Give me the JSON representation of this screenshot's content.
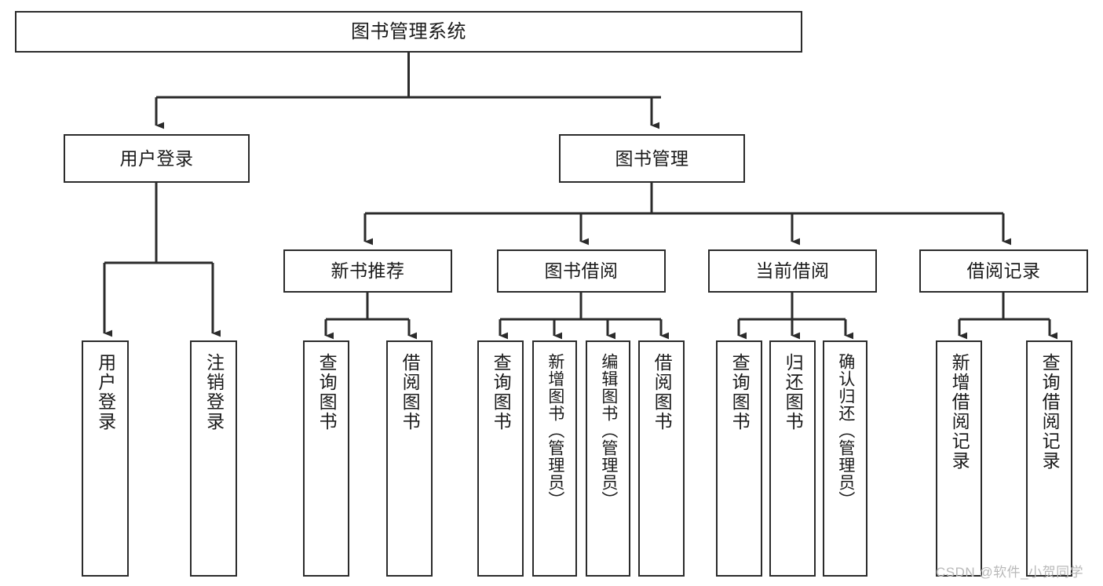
{
  "diagram": {
    "type": "tree-hierarchy-flowchart",
    "title": "图书管理系统",
    "orientation": "top-down",
    "style": {
      "box_border_color": "#2b2b2b",
      "box_fill_color": "#ffffff",
      "connector_color": "#2b2b2b",
      "background_color": "#ffffff",
      "text_color": "#1a1a1a"
    },
    "nodes": {
      "root": {
        "label": "图书管理系统",
        "level": 0,
        "text_direction": "horizontal"
      },
      "level1": [
        {
          "id": "user-login",
          "label": "用户登录",
          "text_direction": "horizontal"
        },
        {
          "id": "book-management",
          "label": "图书管理",
          "text_direction": "horizontal"
        }
      ],
      "level2": [
        {
          "id": "new-book-recommend",
          "label": "新书推荐",
          "parent": "book-management",
          "text_direction": "horizontal"
        },
        {
          "id": "book-borrow",
          "label": "图书借阅",
          "parent": "book-management",
          "text_direction": "horizontal"
        },
        {
          "id": "current-borrow",
          "label": "当前借阅",
          "parent": "book-management",
          "text_direction": "horizontal"
        },
        {
          "id": "borrow-record",
          "label": "借阅记录",
          "parent": "book-management",
          "text_direction": "horizontal"
        }
      ],
      "leaves": [
        {
          "id": "leaf-user-login",
          "label": "用户登录",
          "parent": "user-login",
          "text_direction": "vertical"
        },
        {
          "id": "leaf-user-logout",
          "label": "注销登录",
          "parent": "user-login",
          "text_direction": "vertical"
        },
        {
          "id": "leaf-query-book-1",
          "label": "查询图书",
          "parent": "new-book-recommend",
          "text_direction": "vertical"
        },
        {
          "id": "leaf-borrow-book-1",
          "label": "借阅图书",
          "parent": "new-book-recommend",
          "text_direction": "vertical"
        },
        {
          "id": "leaf-query-book-2",
          "label": "查询图书",
          "parent": "book-borrow",
          "text_direction": "vertical"
        },
        {
          "id": "leaf-add-book",
          "label": "新增图书（管理员）",
          "parent": "book-borrow",
          "text_direction": "vertical"
        },
        {
          "id": "leaf-edit-book",
          "label": "编辑图书（管理员）",
          "parent": "book-borrow",
          "text_direction": "vertical"
        },
        {
          "id": "leaf-borrow-book-2",
          "label": "借阅图书",
          "parent": "book-borrow",
          "text_direction": "vertical"
        },
        {
          "id": "leaf-query-book-3",
          "label": "查询图书",
          "parent": "current-borrow",
          "text_direction": "vertical"
        },
        {
          "id": "leaf-return-book",
          "label": "归还图书",
          "parent": "current-borrow",
          "text_direction": "vertical"
        },
        {
          "id": "leaf-confirm-return",
          "label": "确认归还（管理员）",
          "parent": "current-borrow",
          "text_direction": "vertical"
        },
        {
          "id": "leaf-add-record",
          "label": "新增借阅记录",
          "parent": "borrow-record",
          "text_direction": "vertical"
        },
        {
          "id": "leaf-query-record",
          "label": "查询借阅记录",
          "parent": "borrow-record",
          "text_direction": "vertical"
        }
      ]
    }
  },
  "watermark": {
    "text": "CSDN @软件_小贺同学"
  }
}
